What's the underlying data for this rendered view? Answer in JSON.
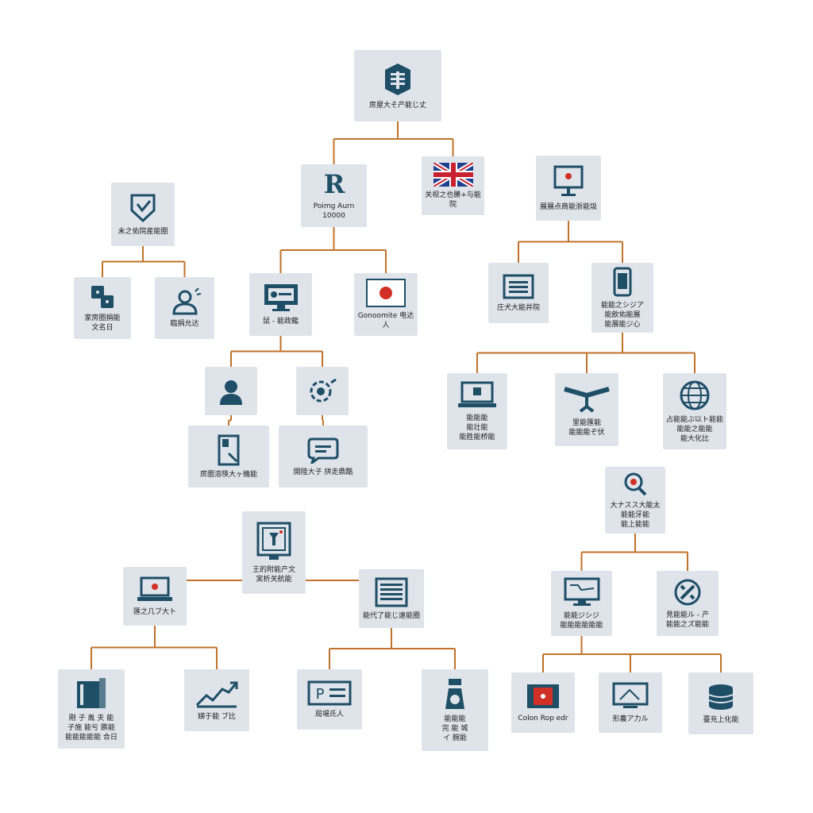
{
  "colors": {
    "connector": "#c0722a",
    "node_bg": "#dfe4ea",
    "icon": "#1f4e67",
    "accent_red": "#d03025"
  },
  "nodes": [
    {
      "id": "root",
      "icon": "building-icon",
      "label": "房屋大そ产能じ丈"
    },
    {
      "id": "r-node",
      "icon": "r-logo-icon",
      "label": "Poimg Aurn 10000"
    },
    {
      "id": "flag-uk",
      "icon": "uk-flag-icon",
      "label": "关视之也勝+与能院"
    },
    {
      "id": "shield-node",
      "icon": "shield-icon",
      "label": "未之佑院産能圈"
    },
    {
      "id": "puzzle-node",
      "icon": "puzzle-icon",
      "label": "家房圈捐能\n文名日"
    },
    {
      "id": "person-alert",
      "icon": "person-alert-icon",
      "label": "臨捐允达"
    },
    {
      "id": "monitor-a",
      "icon": "monitor-icon",
      "label": "鼠 - 能政龍"
    },
    {
      "id": "japan-flag",
      "icon": "japan-flag-icon",
      "label": "Gonoomite 电达人"
    },
    {
      "id": "user-a",
      "icon": "user-icon",
      "label": ""
    },
    {
      "id": "gear-node",
      "icon": "gear-icon",
      "label": ""
    },
    {
      "id": "doc-node",
      "icon": "document-icon",
      "label": "房圈溶筷大ヶ機能"
    },
    {
      "id": "chat-node",
      "icon": "chat-icon",
      "label": "開陸大子 拼走鼎酷"
    },
    {
      "id": "central",
      "icon": "display-icon",
      "label": "王的附能产文\n実析关航能"
    },
    {
      "id": "laptop-a",
      "icon": "laptop-icon",
      "label": "匯之几ブ大ト"
    },
    {
      "id": "server-a",
      "icon": "server-icon",
      "label": "能代了能じ遠能圈"
    },
    {
      "id": "book-node",
      "icon": "book-icon",
      "label": "剛 子 胤 夫 能\n子施 能亏 鹏能\n能能能能能 合日"
    },
    {
      "id": "chart-node",
      "icon": "trend-chart-icon",
      "label": "娣于能 ブ比"
    },
    {
      "id": "card-node",
      "icon": "card-icon",
      "label": "局場氏人"
    },
    {
      "id": "robot-node",
      "icon": "robot-icon",
      "label": "能能能\n完 能 城\nイ 腕能"
    },
    {
      "id": "monitor-b",
      "icon": "monitor-alert-icon",
      "label": "展展点商能浙能圾"
    },
    {
      "id": "news-node",
      "icon": "newspaper-icon",
      "label": "庄犬大能井院"
    },
    {
      "id": "phone-node",
      "icon": "phone-icon",
      "label": "能能之シジア\n能飲佑能展\n能展能ジ心"
    },
    {
      "id": "laptop-b",
      "icon": "laptop-icon",
      "label": "能能能\n能壮能\n能胜能桥能"
    },
    {
      "id": "network-node",
      "icon": "network-icon",
      "label": "里能匯能\n能能能ぞ伏"
    },
    {
      "id": "globe-node",
      "icon": "globe-icon",
      "label": "占能能ぷ以ト能能\n能能之能能\n能大化比"
    },
    {
      "id": "search-node",
      "icon": "search-icon",
      "label": "大ナスス大能太\n能能牙能\n能上能能"
    },
    {
      "id": "desk-node",
      "icon": "desktop-icon",
      "label": "能能ジシジ\n能能能能能能"
    },
    {
      "id": "tools-node",
      "icon": "tools-icon",
      "label": "見能能ル - 产\n能能之ズ能能"
    },
    {
      "id": "color-node",
      "icon": "color-box-icon",
      "label": "Colon Rop edr"
    },
    {
      "id": "monitor-c",
      "icon": "monitor-chart-icon",
      "label": "形農ア力ル"
    },
    {
      "id": "db-node",
      "icon": "database-icon",
      "label": "臺充上化能"
    }
  ],
  "edges": [
    [
      "root",
      [
        "r-node",
        "flag-uk"
      ]
    ],
    [
      "shield-node",
      [
        "puzzle-node",
        "person-alert"
      ]
    ],
    [
      "r-node",
      [
        "monitor-a",
        "japan-flag"
      ]
    ],
    [
      "monitor-a",
      [
        "user-a",
        "gear-node"
      ]
    ],
    [
      "user-a",
      [
        "doc-node"
      ]
    ],
    [
      "gear-node",
      [
        "chat-node"
      ]
    ],
    [
      "central",
      [
        "laptop-a",
        "server-a"
      ]
    ],
    [
      "laptop-a",
      [
        "book-node",
        "chart-node"
      ]
    ],
    [
      "server-a",
      [
        "card-node",
        "robot-node"
      ]
    ],
    [
      "monitor-b",
      [
        "news-node",
        "phone-node"
      ]
    ],
    [
      "phone-node",
      [
        "laptop-b",
        "network-node",
        "globe-node"
      ]
    ],
    [
      "search-node",
      [
        "desk-node",
        "tools-node"
      ]
    ],
    [
      "desk-node",
      [
        "color-node",
        "monitor-c",
        "db-node"
      ]
    ]
  ]
}
